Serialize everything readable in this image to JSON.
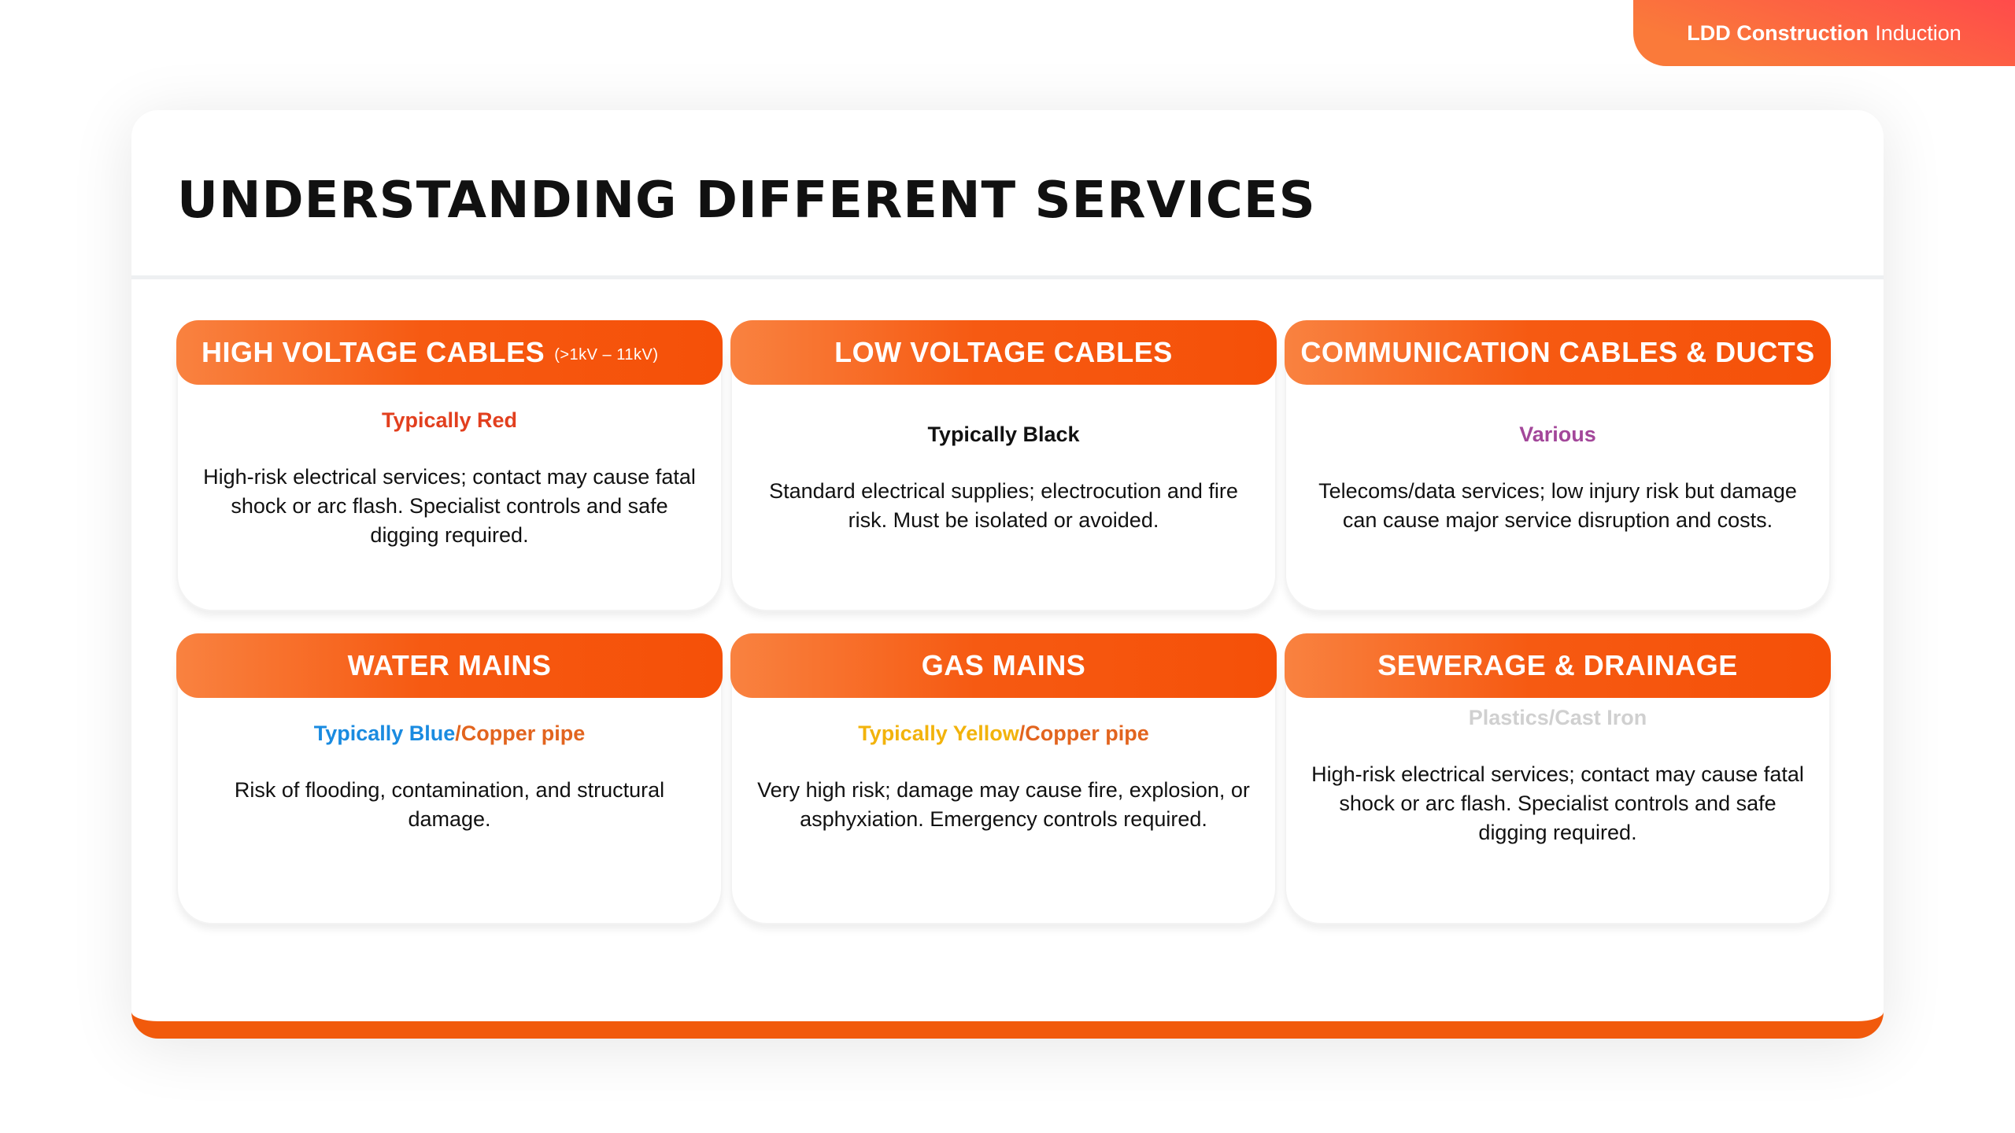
{
  "brand": {
    "bold": "LDD Construction",
    "light": "Induction"
  },
  "title": "UNDERSTANDING DIFFERENT SERVICES",
  "services": [
    {
      "name": "HIGH VOLTAGE CABLES",
      "range": "(>1kV – 11kV)",
      "subtitle": [
        {
          "text": "Typically Red",
          "color": "#e23f1e"
        }
      ],
      "description": "High-risk electrical services; contact may cause fatal shock or arc flash. Specialist controls and safe digging required."
    },
    {
      "name": "LOW VOLTAGE CABLES",
      "subtitle": [
        {
          "text": "Typically Black",
          "color": "#111111"
        }
      ],
      "description": "Standard electrical supplies; electrocution and fire risk. Must be isolated or avoided."
    },
    {
      "name": "COMMUNICATION CABLES & DUCTS",
      "subtitle": [
        {
          "text": "Various",
          "color": "#a3479a"
        }
      ],
      "description": "Telecoms/data services; low injury risk but damage can cause major service disruption and costs."
    },
    {
      "name": "WATER MAINS",
      "subtitle": [
        {
          "text": "Typically Blue",
          "color": "#1a8be0"
        },
        {
          "text": "/Copper pipe",
          "color": "#e2641e"
        }
      ],
      "description": "Risk of flooding, contamination, and structural damage."
    },
    {
      "name": "GAS MAINS",
      "subtitle": [
        {
          "text": "Typically Yellow",
          "color": "#f2b30c"
        },
        {
          "text": "/Copper pipe",
          "color": "#e2641e"
        }
      ],
      "description": "Very high risk; damage may cause fire, explosion, or asphyxiation. Emergency controls required."
    },
    {
      "name": "SEWERAGE & DRAINAGE",
      "subtitle": [
        {
          "text": "Plastics/Cast Iron",
          "color": "#d0d0d0"
        }
      ],
      "description": "High-risk electrical services; contact may cause fatal shock or arc flash. Specialist controls and safe digging required."
    }
  ]
}
